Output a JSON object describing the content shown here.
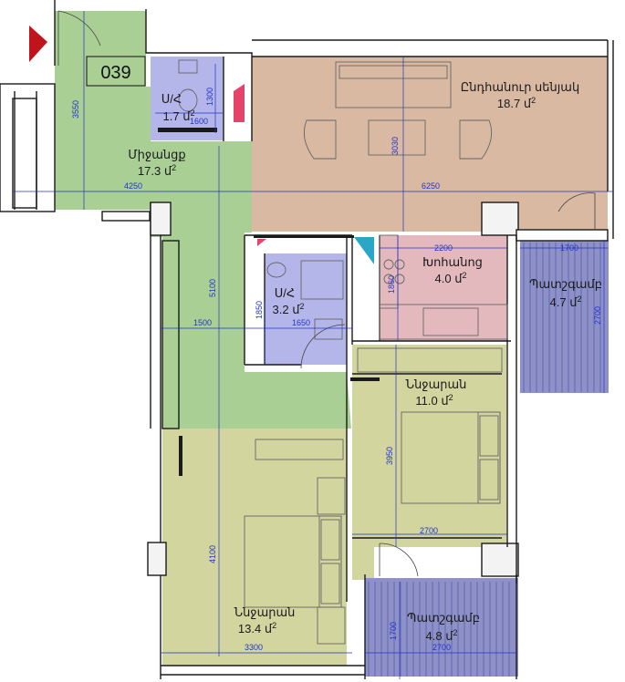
{
  "unit": {
    "number": "039"
  },
  "rooms": {
    "living": {
      "name": "Ընդհանուր սենյակ",
      "area": "18.7 մ",
      "sup": "2"
    },
    "hall": {
      "name": "Միջանցք",
      "area": "17.3 մ",
      "sup": "2"
    },
    "bath1": {
      "name": "Ս/Հ",
      "area": "1.7 մ",
      "sup": "2"
    },
    "bath2": {
      "name": "Ս/Հ",
      "area": "3.2 մ",
      "sup": "2"
    },
    "kitchen": {
      "name": "Խոհանոց",
      "area": "4.0 մ",
      "sup": "2"
    },
    "balcony1": {
      "name": "Պատշգամբ",
      "area": "4.7 մ",
      "sup": "2"
    },
    "bedroom1": {
      "name": "Ննջարան",
      "area": "11.0 մ",
      "sup": "2"
    },
    "bedroom2": {
      "name": "Ննջարան",
      "area": "13.4 մ",
      "sup": "2"
    },
    "balcony2": {
      "name": "Պատշգամբ",
      "area": "4.8 մ",
      "sup": "2"
    }
  },
  "dimensions": {
    "d3550": "3550",
    "d1300": "1300",
    "d1600": "1600",
    "d3030": "3030",
    "d4250": "4250",
    "d6250": "6250",
    "d2200": "2200",
    "d1700a": "1700",
    "d1860": "1860",
    "d2700a": "2700",
    "d5100": "5100",
    "d1850": "1850",
    "d1500": "1500",
    "d1650": "1650",
    "d3950": "3950",
    "d2700b": "2700",
    "d4100": "4100",
    "d3300": "3300",
    "d1700b": "1700",
    "d2700c": "2700"
  },
  "colors": {
    "hall": "#a9cf94",
    "living": "#d9b9a2",
    "bath": "#b4b6e9",
    "kitchen": "#e4b9bd",
    "bedroom": "#d2d59d",
    "balcony": "#8e91c8",
    "dimension": "#2233cc",
    "wall": "#1a1a1a",
    "entry_marker": "#c0141c"
  }
}
